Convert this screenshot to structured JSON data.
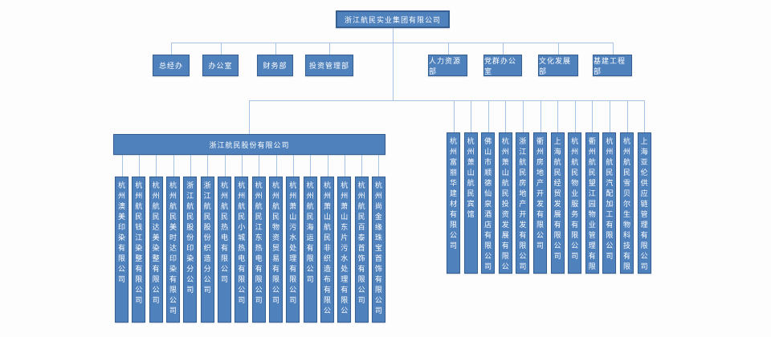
{
  "org_chart": {
    "root": {
      "label": "浙江航民实业集团有限公司"
    },
    "departments": [
      "总经办",
      "办公室",
      "财务部",
      "投资管理部",
      "人力资源部",
      "党群办公室",
      "文化发展部",
      "基建工程部"
    ],
    "stock_company": {
      "label": "浙江航民股份有限公司"
    },
    "stock_subsidiaries": [
      "杭州澳美印染有限公司",
      "杭州航民钱江染整有限公司",
      "杭州航民达美染整有限公司",
      "杭州航民美时达印染有限公司",
      "浙江航民股份印染分公司",
      "浙江航民股份织造分公司",
      "杭州航民热电有限公司",
      "杭州航民小城热电有限公司",
      "杭州航民江东热电有限公司",
      "杭州航民物资贸易有限公司",
      "杭州萧山污水处理有限公司",
      "杭州航民海运有限公司",
      "杭州萧山航民非织造布有限公",
      "杭州萧山东片污水处理有限公",
      "杭州航民百泰首饰有限公司",
      "杭州尚金缘珠宝首饰有限公司"
    ],
    "group_subsidiaries": [
      "杭州富丽华建材有限公司",
      "杭州萧山航民宾馆",
      "佛山市顺德仙泉酒店有限公司",
      "杭州萧山航民投资发展有限公",
      "浙江航民房地产开发有限公司",
      "衢州房地产开发有限公司",
      "上海航民经贸发展有限公司",
      "杭州航民物业服务有限公司",
      "衢州航民望江园物业管理有限",
      "杭州航民汽配加工有限公司",
      "杭州航民雪贝尔生物科技有限",
      "上海亚伦供应链管理有限公司"
    ]
  },
  "colors": {
    "node_fill": "#4f81bd",
    "node_border": "#365f91",
    "connector": "#a6c4e5",
    "text": "#ffffff",
    "background": "#fdfdfd"
  }
}
